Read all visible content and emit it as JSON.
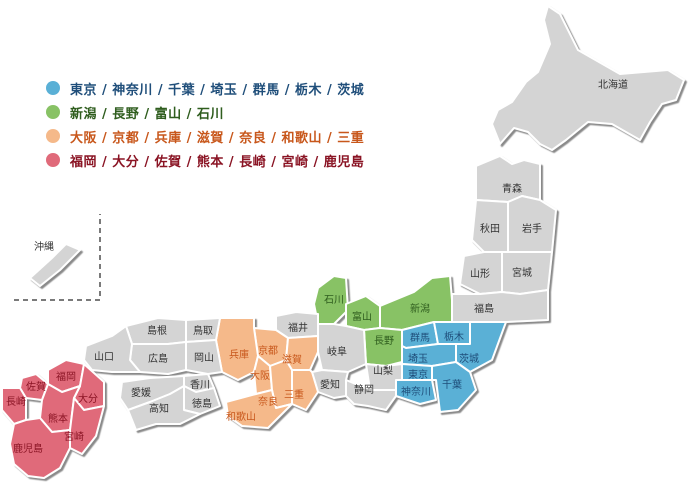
{
  "colors": {
    "kanto": "#5ab0d6",
    "chubu": "#88c265",
    "kansai": "#f5b98a",
    "kyushu": "#e06a7a",
    "default_fill": "#d4d4d4",
    "stroke": "#ffffff",
    "shadow": "#8a8a8a",
    "label": "#333333",
    "kanto_label": "#1f4e7a",
    "chubu_label": "#2f5d1e",
    "kansai_label": "#c8571b",
    "kyushu_label": "#8a1424"
  },
  "legend": [
    {
      "group": "kanto",
      "text": "東京 / 神奈川 / 千葉 / 埼玉 / 群馬 / 栃木 / 茨城"
    },
    {
      "group": "chubu",
      "text": "新潟 / 長野 / 富山 / 石川"
    },
    {
      "group": "kansai",
      "text": "大阪 / 京都 / 兵庫 / 滋賀 / 奈良 / 和歌山 / 三重"
    },
    {
      "group": "kyushu",
      "text": "福岡 / 大分 / 佐賀 / 熊本 / 長崎 / 宮崎 / 鹿児島"
    }
  ],
  "prefectures": {
    "hokkaido": "北海道",
    "aomori": "青森",
    "akita": "秋田",
    "iwate": "岩手",
    "yamagata": "山形",
    "miyagi": "宮城",
    "fukushima": "福島",
    "niigata": "新潟",
    "ishikawa": "石川",
    "toyama": "富山",
    "nagano": "長野",
    "gunma": "群馬",
    "tochigi": "栃木",
    "ibaraki": "茨城",
    "saitama": "埼玉",
    "tokyo": "東京",
    "kanagawa": "神奈川",
    "chiba": "千葉",
    "yamanashi": "山梨",
    "shizuoka": "静岡",
    "aichi": "愛知",
    "gifu": "岐阜",
    "fukui": "福井",
    "shiga": "滋賀",
    "kyoto": "京都",
    "hyogo": "兵庫",
    "osaka": "大阪",
    "nara": "奈良",
    "mie": "三重",
    "wakayama": "和歌山",
    "tottori": "鳥取",
    "shimane": "島根",
    "okayama": "岡山",
    "hiroshima": "広島",
    "yamaguchi": "山口",
    "kagawa": "香川",
    "tokushima": "徳島",
    "ehime": "愛媛",
    "kochi": "高知",
    "fukuoka": "福岡",
    "saga": "佐賀",
    "nagasaki": "長崎",
    "oita": "大分",
    "kumamoto": "熊本",
    "miyazaki": "宮崎",
    "kagoshima": "鹿児島",
    "okinawa": "沖縄"
  }
}
